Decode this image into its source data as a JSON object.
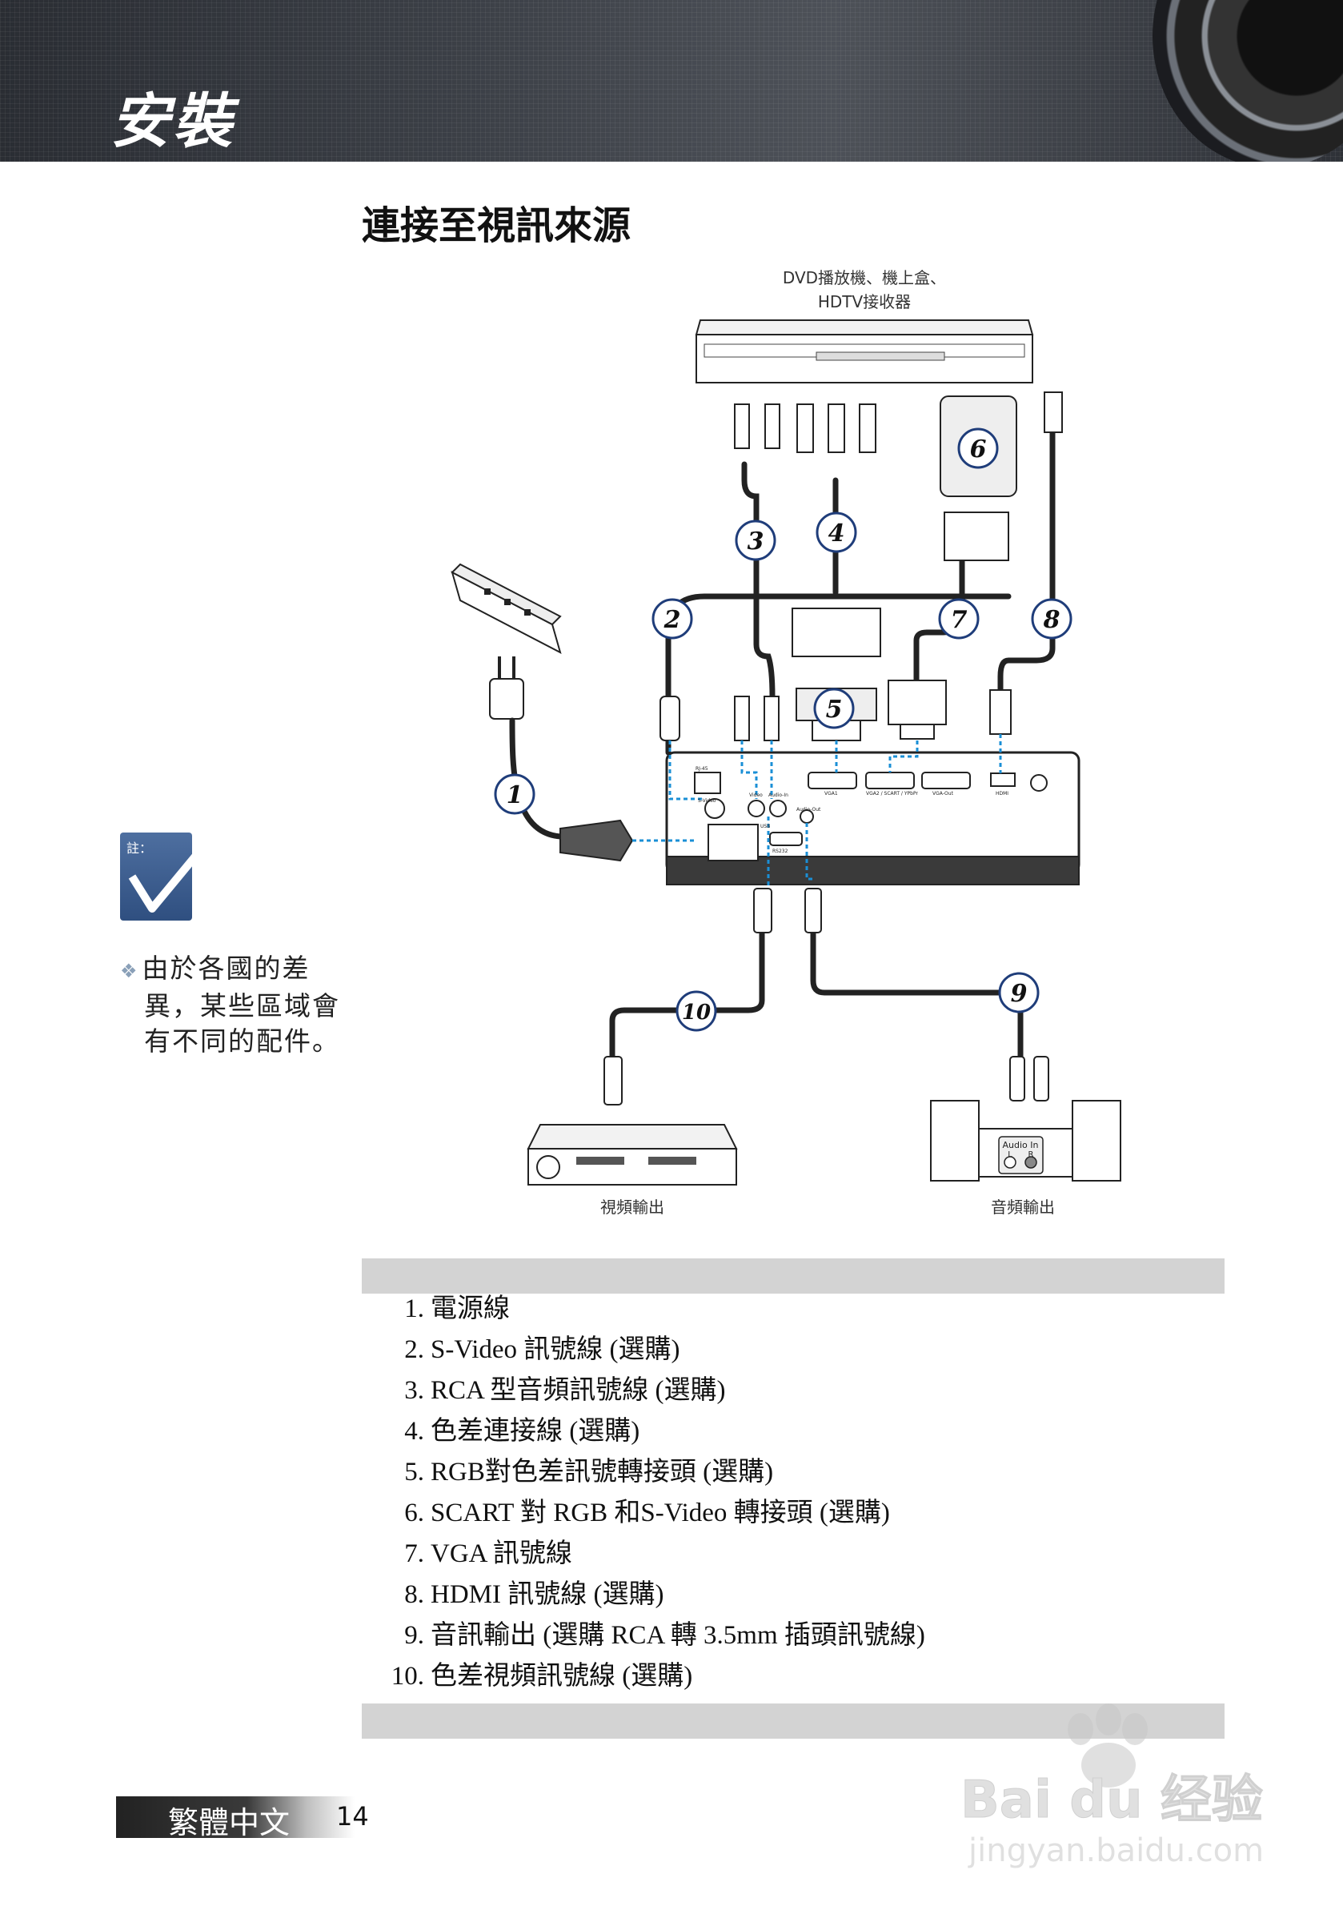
{
  "header": {
    "title": "安裝"
  },
  "section": {
    "title": "連接至視訊來源"
  },
  "diagram": {
    "source_label_line1": "DVD播放機、機上盒、",
    "source_label_line2": "HDTV接收器",
    "video_out_label": "視頻輸出",
    "audio_out_label": "音頻輸出",
    "audio_in_label": "Audio In",
    "audio_l": "L",
    "audio_r": "R",
    "callouts": [
      "1",
      "2",
      "3",
      "4",
      "5",
      "6",
      "7",
      "8",
      "9",
      "10"
    ],
    "port_labels": [
      "RJ-45",
      "S-Video",
      "Video",
      "Audio-In",
      "VGA1",
      "VGA2 / SCART / YPbPr",
      "VGA-Out",
      "HDMI",
      "Audio-Out",
      "USB",
      "RS232"
    ]
  },
  "note": {
    "tag": "註：",
    "text_line1": "由於各國的差",
    "text_line2": "異，某些區域會",
    "text_line3": "有不同的配件。"
  },
  "items": [
    {
      "num": "1.",
      "text": "電源線"
    },
    {
      "num": "2.",
      "text": "S-Video 訊號線 (選購)"
    },
    {
      "num": "3.",
      "text": "RCA 型音頻訊號線 (選購)"
    },
    {
      "num": "4.",
      "text": "色差連接線 (選購)"
    },
    {
      "num": "5.",
      "text": "RGB對色差訊號轉接頭 (選購)"
    },
    {
      "num": "6.",
      "text": "SCART 對 RGB 和S-Video 轉接頭 (選購)"
    },
    {
      "num": "7.",
      "text": "VGA 訊號線"
    },
    {
      "num": "8.",
      "text": "HDMI 訊號線 (選購)"
    },
    {
      "num": "9.",
      "text": "音訊輸出 (選購 RCA 轉 3.5mm 插頭訊號線)"
    },
    {
      "num": "10.",
      "text": "色差視頻訊號線 (選購)"
    }
  ],
  "footer": {
    "language": "繁體中文",
    "page": "14"
  },
  "watermark": {
    "brand": "Bai du 经验",
    "url": "jingyan.baidu.com"
  }
}
